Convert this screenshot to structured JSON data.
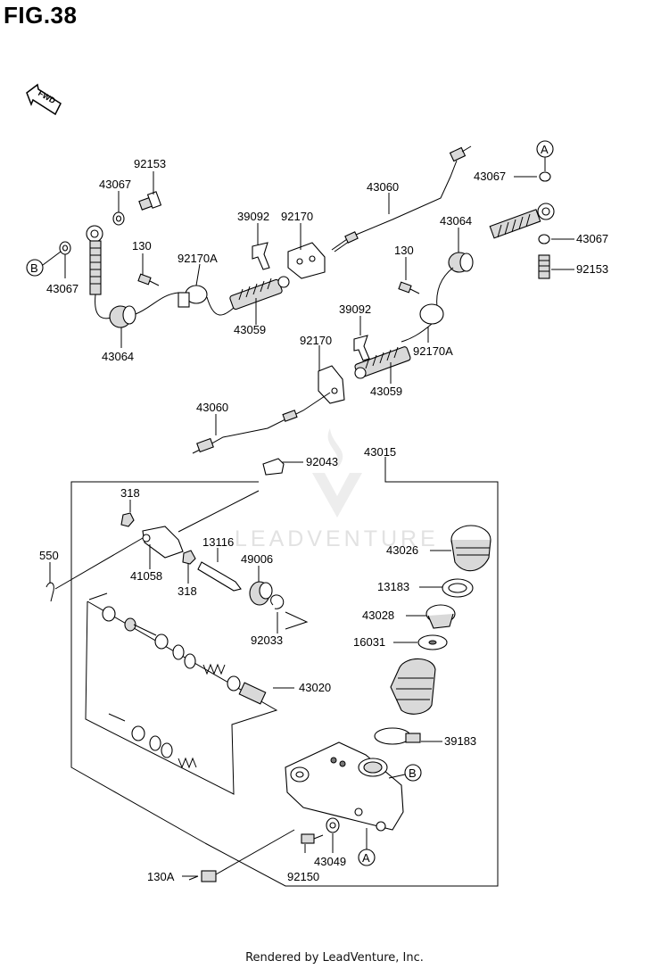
{
  "figure": {
    "title": "FIG.38",
    "direction_label": "FWD"
  },
  "watermark": "LEADVENTURE",
  "footer": "Rendered by LeadVenture, Inc.",
  "reference_markers": [
    "A",
    "B"
  ],
  "parts": [
    "92153",
    "43067",
    "43067",
    "130",
    "92170A",
    "43059",
    "43064",
    "39092",
    "92170",
    "43060",
    "43064",
    "130",
    "43067",
    "43067",
    "92153",
    "39092",
    "92170",
    "92170A",
    "43059",
    "43060",
    "92043",
    "43015",
    "318",
    "41058",
    "318",
    "13116",
    "49006",
    "92033",
    "550",
    "43026",
    "13183",
    "43028",
    "16031",
    "43020",
    "39183",
    "92150",
    "43049",
    "130A"
  ]
}
